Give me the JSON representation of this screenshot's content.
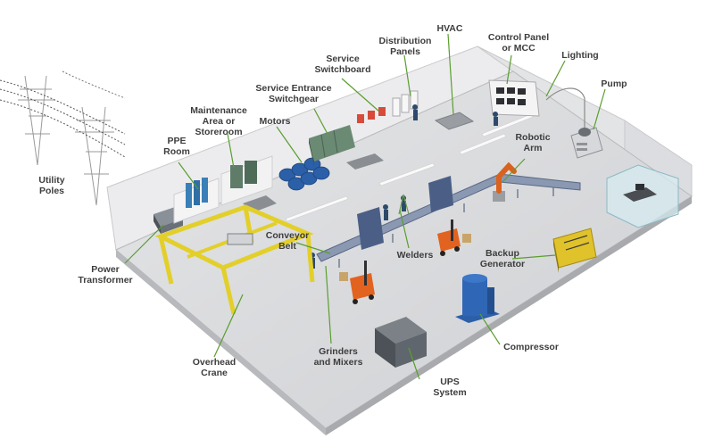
{
  "diagram": {
    "colors": {
      "leader_line": "#5a9e2f",
      "wall": "#e6e7e9",
      "floor": "#d9dadc",
      "crane": "#e3cf2a",
      "equipment_dark": "#5b6066",
      "equipment_green": "#5f7f6b",
      "equipment_blue": "#2b5fa8",
      "forklift": "#e2631f",
      "robot_arm": "#d9621e",
      "generator": "#e0c22a"
    },
    "labels": {
      "utility_poles": [
        "Utility",
        "Poles"
      ],
      "power_transformer": [
        "Power",
        "Transformer"
      ],
      "overhead_crane": [
        "Overhead",
        "Crane"
      ],
      "ppe_room": [
        "PPE",
        "Room"
      ],
      "maintenance_area": [
        "Maintenance",
        "Area or",
        "Storeroom"
      ],
      "motors": [
        "Motors"
      ],
      "service_entrance_switchgear": [
        "Service Entrance",
        "Switchgear"
      ],
      "service_switchboard": [
        "Service",
        "Switchboard"
      ],
      "distribution_panels": [
        "Distribution",
        "Panels"
      ],
      "hvac": [
        "HVAC"
      ],
      "control_panel": [
        "Control Panel",
        "or MCC"
      ],
      "lighting": [
        "Lighting"
      ],
      "pump": [
        "Pump"
      ],
      "robotic_arm": [
        "Robotic",
        "Arm"
      ],
      "conveyor_belt": [
        "Conveyor",
        "Belt"
      ],
      "welders": [
        "Welders"
      ],
      "backup_generator": [
        "Backup",
        "Generator"
      ],
      "grinders_mixers": [
        "Grinders",
        "and Mixers"
      ],
      "compressor": [
        "Compressor"
      ],
      "ups_system": [
        "UPS",
        "System"
      ]
    }
  }
}
